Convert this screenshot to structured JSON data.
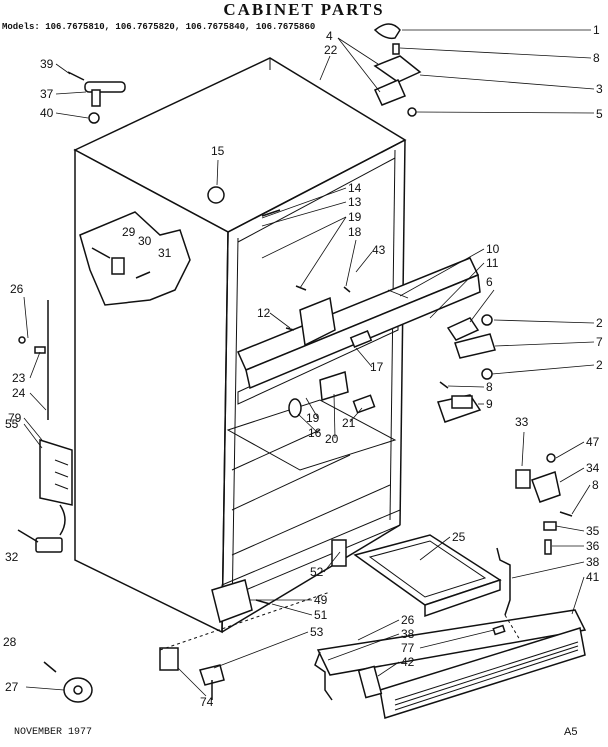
{
  "title": "CABINET PARTS",
  "models": "Models: 106.7675810, 106.7675820, 106.7675840, 106.7675860",
  "footer_date": "NOVEMBER 1977",
  "footer_code": "A5",
  "callouts": [
    {
      "label": "1"
    },
    {
      "label": "8"
    },
    {
      "label": "4"
    },
    {
      "label": "22"
    },
    {
      "label": "3"
    },
    {
      "label": "5"
    },
    {
      "label": "39"
    },
    {
      "label": "37"
    },
    {
      "label": "40"
    },
    {
      "label": "15"
    },
    {
      "label": "14"
    },
    {
      "label": "13"
    },
    {
      "label": "19"
    },
    {
      "label": "18"
    },
    {
      "label": "43"
    },
    {
      "label": "29"
    },
    {
      "label": "30"
    },
    {
      "label": "31"
    },
    {
      "label": "10"
    },
    {
      "label": "11"
    },
    {
      "label": "6"
    },
    {
      "label": "2"
    },
    {
      "label": "7"
    },
    {
      "label": "2"
    },
    {
      "label": "26"
    },
    {
      "label": "12"
    },
    {
      "label": "17"
    },
    {
      "label": "23"
    },
    {
      "label": "24"
    },
    {
      "label": "8"
    },
    {
      "label": "9"
    },
    {
      "label": "79"
    },
    {
      "label": "19"
    },
    {
      "label": "16"
    },
    {
      "label": "20"
    },
    {
      "label": "21"
    },
    {
      "label": "55"
    },
    {
      "label": "33"
    },
    {
      "label": "47"
    },
    {
      "label": "34"
    },
    {
      "label": "8"
    },
    {
      "label": "35"
    },
    {
      "label": "36"
    },
    {
      "label": "32"
    },
    {
      "label": "25"
    },
    {
      "label": "38"
    },
    {
      "label": "41"
    },
    {
      "label": "52"
    },
    {
      "label": "49"
    },
    {
      "label": "51"
    },
    {
      "label": "53"
    },
    {
      "label": "26"
    },
    {
      "label": "38"
    },
    {
      "label": "77"
    },
    {
      "label": "42"
    },
    {
      "label": "28"
    },
    {
      "label": "27"
    },
    {
      "label": "74"
    }
  ]
}
